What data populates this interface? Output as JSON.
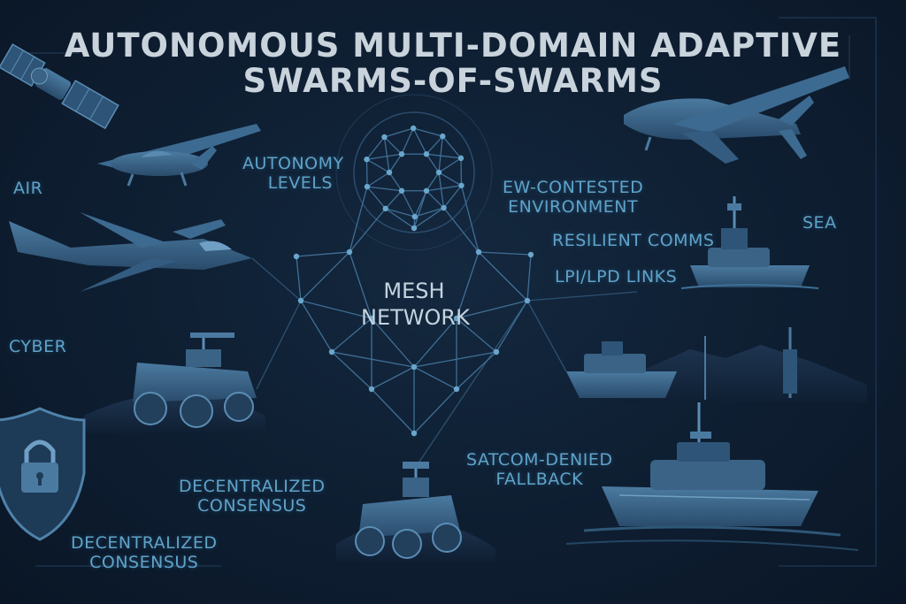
{
  "title": {
    "line1": "AUTONOMOUS MULTI-DOMAIN ADAPTIVE",
    "line2": "SWARMS-OF-SWARMS"
  },
  "hub": {
    "line1": "MESH",
    "line2": "NETWORK"
  },
  "domains": {
    "air": "AIR",
    "sea": "SEA",
    "cyber": "CYBER"
  },
  "labels": {
    "autonomy_1": "AUTONOMY",
    "autonomy_2": "LEVELS",
    "ew_1": "EW-CONTESTED",
    "ew_2": "ENVIRONMENT",
    "resilient": "RESILIENT COMMS",
    "lpi": "LPI/LPD LINKS",
    "satcom_1": "SATCOM-DENIED",
    "satcom_2": "FALLBACK",
    "consensus_a_1": "DECENTRALIZED",
    "consensus_a_2": "CONSENSUS",
    "consensus_b_1": "DECENTRALIZED",
    "consensus_b_2": "CONSENSUS"
  },
  "colors": {
    "background": "#0c1a2b",
    "accent": "#5fa3c9",
    "title": "#c9d3dc",
    "vehicle": "#3e6b90"
  },
  "icons": [
    "satellite-icon",
    "drone-icon",
    "jet-icon",
    "uav-icon",
    "boat-icon",
    "ship-icon",
    "ground-robot-icon",
    "shield-lock-icon"
  ]
}
